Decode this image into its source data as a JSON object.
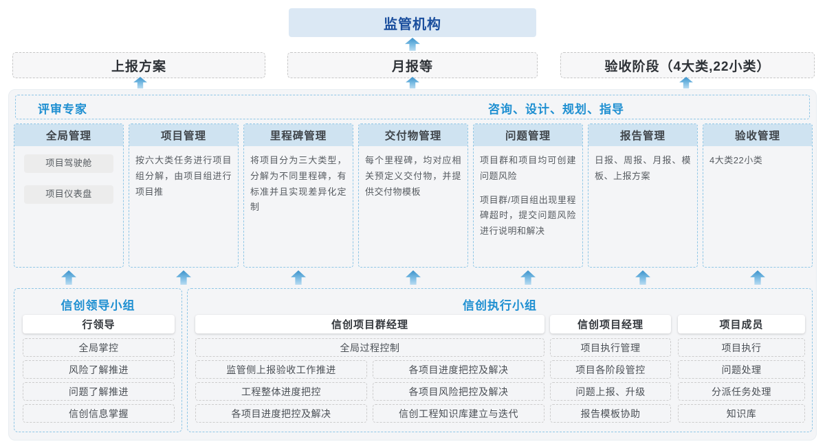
{
  "colors": {
    "accent_blue": "#1e8fd1",
    "dark_blue": "#1a4e9d",
    "header_bg": "#cfe3f1",
    "top_box_bg": "#dbe8f4",
    "arrow_blue": "#3a92cb",
    "container_bg": "#f4f5f7"
  },
  "regulator": {
    "label": "监管机构"
  },
  "report_boxes": [
    {
      "label": "上报方案"
    },
    {
      "label": "月报等"
    },
    {
      "label": "验收阶段（4大类,22小类）"
    }
  ],
  "experts_bar": {
    "left": "评审专家",
    "right": "咨询、设计、规划、指导"
  },
  "columns": [
    {
      "title": "全局管理",
      "pills": [
        "项目驾驶舱",
        "项目仪表盘"
      ]
    },
    {
      "title": "项目管理",
      "body": "按六大类任务进行项目组分解，由项目组进行项目推"
    },
    {
      "title": "里程碑管理",
      "body": "将项目分为三大类型，分解为不同里程碑，有标准并且实现差异化定制"
    },
    {
      "title": "交付物管理",
      "body": "每个里程碑，均对应相关预定义交付物，并提供交付物模板"
    },
    {
      "title": "问题管理",
      "body1": "项目群和项目均可创建问题风险",
      "body2": "项目群/项目组出现里程碑超时，提交问题风险进行说明和解决"
    },
    {
      "title": "报告管理",
      "body": "日报、周报、月报、模板、上报方案"
    },
    {
      "title": "验收管理",
      "body": "4大类22小类"
    }
  ],
  "leader_group": {
    "title": "信创领导小组",
    "role": "行领导",
    "items": [
      "全局掌控",
      "风险了解推进",
      "问题了解推进",
      "信创信息掌握"
    ]
  },
  "exec_group": {
    "title": "信创执行小组",
    "pg_manager": {
      "role": "信创项目群经理",
      "full_item": "全局过程控制",
      "left_items": [
        "监管侧上报验收工作推进",
        "工程整体进度把控",
        "各项目进度把控及解决"
      ],
      "right_items": [
        "各项目进度把控及解决",
        "各项目风险把控及解决",
        "信创工程知识库建立与迭代"
      ]
    },
    "pm": {
      "role": "信创项目经理",
      "items": [
        "项目执行管理",
        "项目各阶段管控",
        "问题上报、升级",
        "报告模板协助"
      ]
    },
    "member": {
      "role": "项目成员",
      "items": [
        "项目执行",
        "问题处理",
        "分派任务处理",
        "知识库"
      ]
    }
  }
}
